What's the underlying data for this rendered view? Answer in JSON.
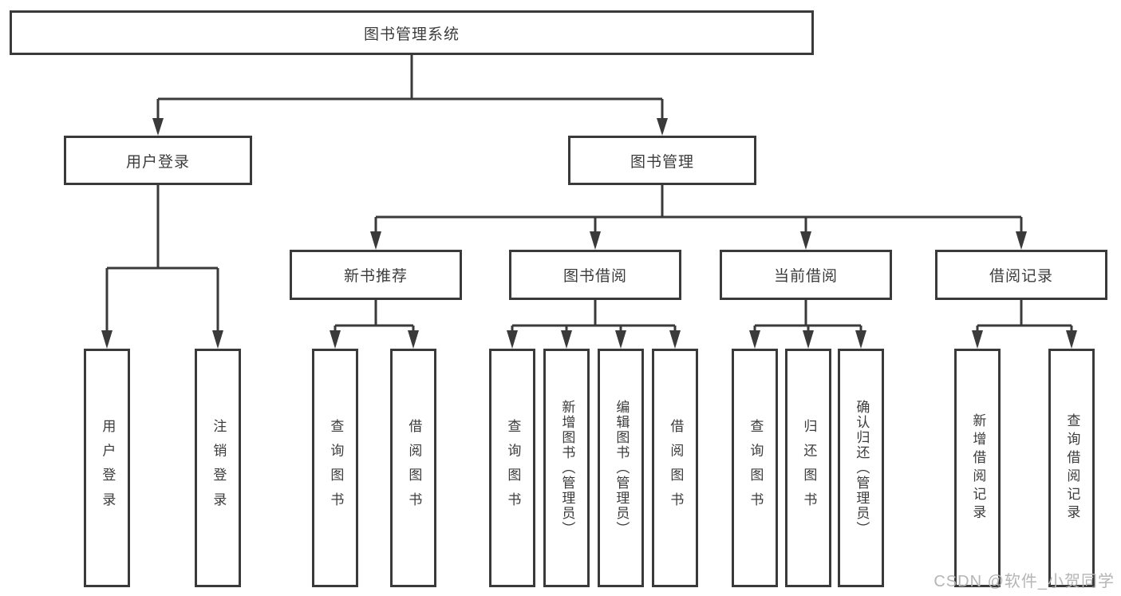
{
  "colors": {
    "line": "#3a3a3a",
    "text": "#3c3c3c",
    "watermark": "#b5b5b5",
    "background": "#ffffff"
  },
  "watermark": {
    "text": "CSDN @软件_小贺同学"
  },
  "tree": {
    "label": "图书管理系统",
    "children": [
      {
        "label": "用户登录",
        "children": [
          {
            "label": "用户登录"
          },
          {
            "label": "注销登录"
          }
        ]
      },
      {
        "label": "图书管理",
        "children": [
          {
            "label": "新书推荐",
            "children": [
              {
                "label": "查询图书"
              },
              {
                "label": "借阅图书"
              }
            ]
          },
          {
            "label": "图书借阅",
            "children": [
              {
                "label": "查询图书"
              },
              {
                "label": "新增图书（管理员）"
              },
              {
                "label": "编辑图书（管理员）"
              },
              {
                "label": "借阅图书"
              }
            ]
          },
          {
            "label": "当前借阅",
            "children": [
              {
                "label": "查询图书"
              },
              {
                "label": "归还图书"
              },
              {
                "label": "确认归还（管理员）"
              }
            ]
          },
          {
            "label": "借阅记录",
            "children": [
              {
                "label": "新增借阅记录"
              },
              {
                "label": "查询借阅记录"
              }
            ]
          }
        ]
      }
    ]
  }
}
